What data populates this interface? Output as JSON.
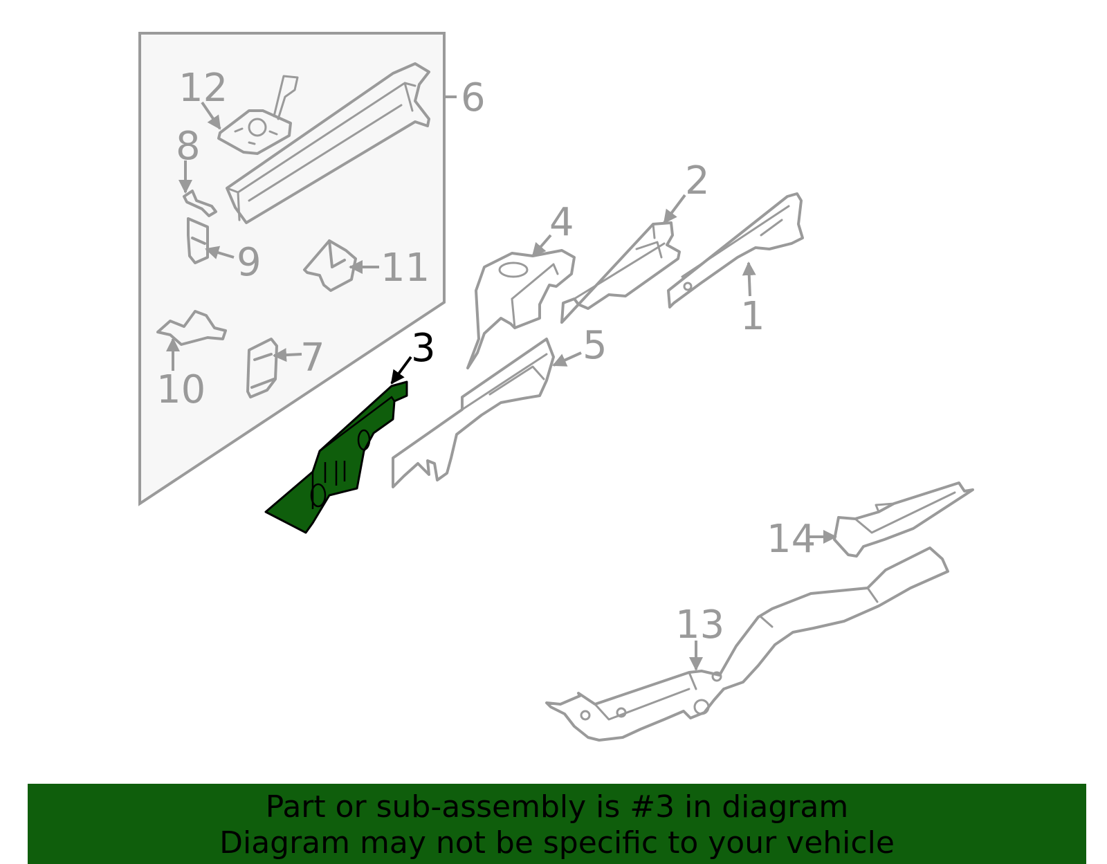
{
  "diagram": {
    "highlight_color": "#0f5e0c",
    "line_color": "#9a9a9a",
    "highlighted_part": "3",
    "callouts": {
      "c1": "1",
      "c2": "2",
      "c3": "3",
      "c4": "4",
      "c5": "5",
      "c6": "6",
      "c7": "7",
      "c8": "8",
      "c9": "9",
      "c10": "10",
      "c11": "11",
      "c12": "12",
      "c13": "13",
      "c14": "14"
    }
  },
  "banner": {
    "line1": "Part or sub-assembly is #3 in diagram",
    "line2": "Diagram may not be specific to your vehicle",
    "background": "#0f5e0c"
  }
}
